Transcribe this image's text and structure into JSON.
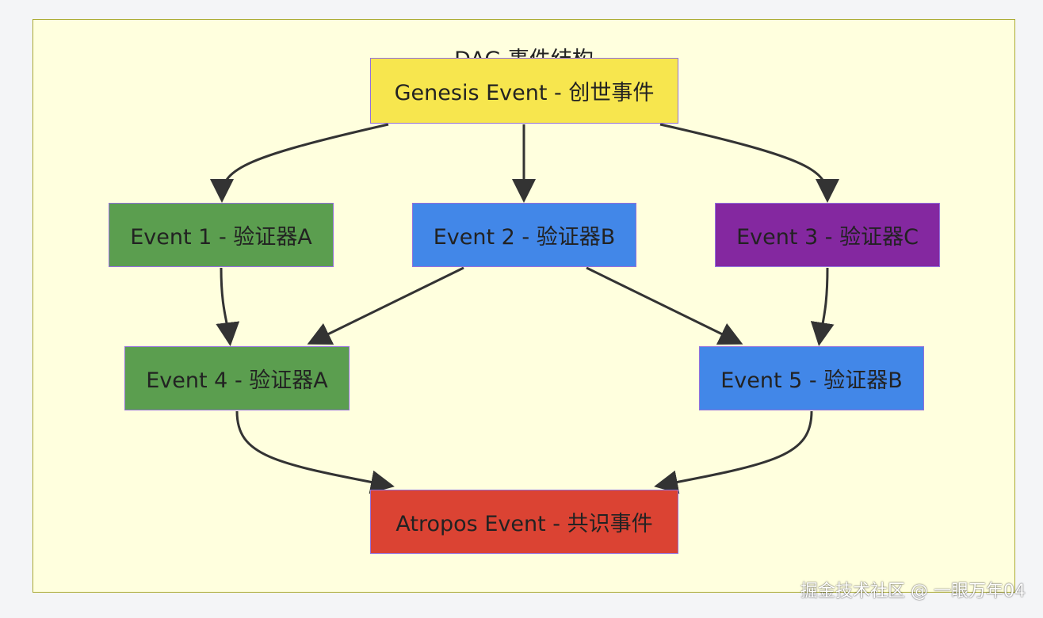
{
  "cluster": {
    "title": "DAG 事件结构"
  },
  "nodes": {
    "genesis": "Genesis Event - 创世事件",
    "event1": "Event 1 - 验证器A",
    "event2": "Event 2 - 验证器B",
    "event3": "Event 3 - 验证器C",
    "event4": "Event 4 - 验证器A",
    "event5": "Event 5 - 验证器B",
    "atropos": "Atropos Event - 共识事件"
  },
  "edges": [
    [
      "genesis",
      "event1"
    ],
    [
      "genesis",
      "event2"
    ],
    [
      "genesis",
      "event3"
    ],
    [
      "event1",
      "event4"
    ],
    [
      "event2",
      "event4"
    ],
    [
      "event2",
      "event5"
    ],
    [
      "event3",
      "event5"
    ],
    [
      "event4",
      "atropos"
    ],
    [
      "event5",
      "atropos"
    ]
  ],
  "colors": {
    "cluster_fill": "#ffffde",
    "cluster_border": "#aaaa33",
    "genesis": "#f7e64e",
    "validator_a": "#5b9e4f",
    "validator_b": "#4287e8",
    "validator_c": "#8428a0",
    "atropos": "#db4333",
    "node_border": "#9370db",
    "edge": "#333333"
  },
  "watermark": "掘金技术社区 @ 一眼万年04"
}
